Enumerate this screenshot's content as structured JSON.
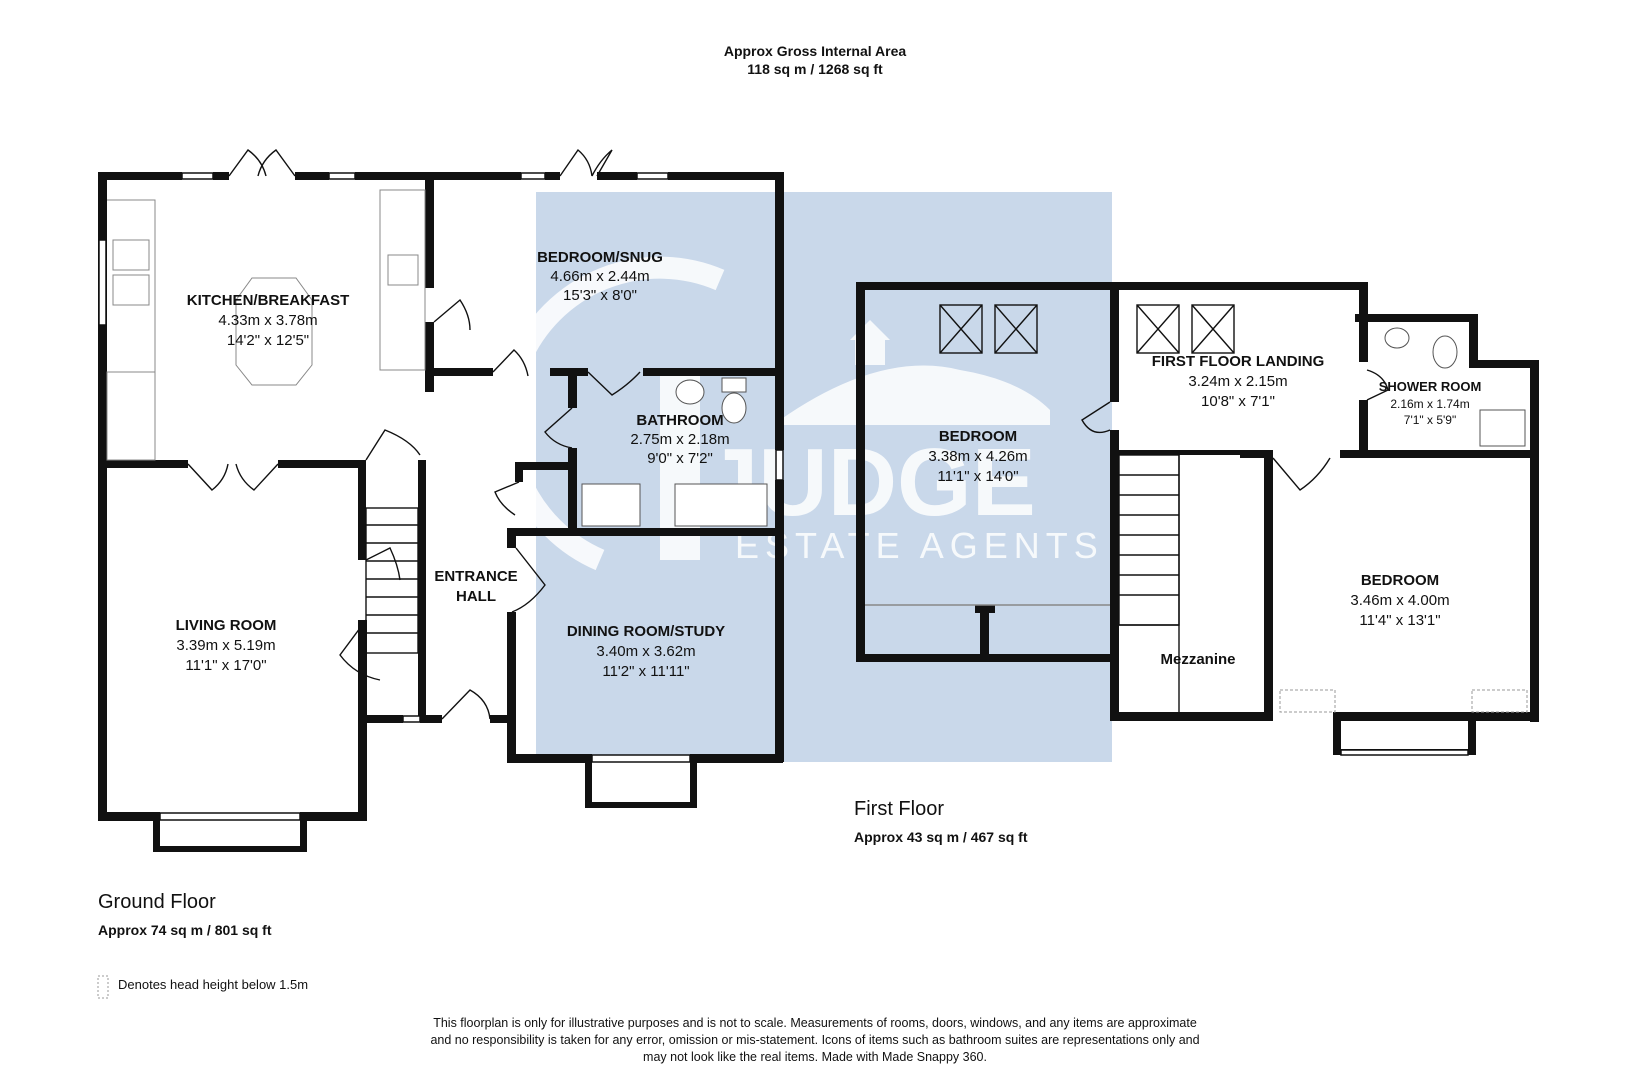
{
  "header": {
    "title": "Approx Gross Internal Area",
    "area": "118 sq m / 1268 sq ft"
  },
  "watermark": {
    "brand": "JUDGE",
    "tagline": "ESTATE AGENTS"
  },
  "ground_floor": {
    "name": "Ground Floor",
    "area": "Approx 74 sq m / 801 sq ft",
    "rooms": [
      {
        "name": "KITCHEN/BREAKFAST",
        "metric": "4.33m x 3.78m",
        "imperial": "14'2\" x 12'5\""
      },
      {
        "name": "BEDROOM/SNUG",
        "metric": "4.66m x 2.44m",
        "imperial": "15'3\" x 8'0\""
      },
      {
        "name": "BATHROOM",
        "metric": "2.75m x 2.18m",
        "imperial": "9'0\" x 7'2\""
      },
      {
        "name": "ENTRANCE",
        "metric": "HALL",
        "imperial": ""
      },
      {
        "name": "LIVING ROOM",
        "metric": "3.39m x 5.19m",
        "imperial": "11'1\" x 17'0\""
      },
      {
        "name": "DINING ROOM/STUDY",
        "metric": "3.40m x 3.62m",
        "imperial": "11'2\" x 11'11\""
      }
    ]
  },
  "first_floor": {
    "name": "First Floor",
    "area": "Approx 43 sq m / 467 sq ft",
    "rooms": [
      {
        "name": "BEDROOM",
        "metric": "3.38m x 4.26m",
        "imperial": "11'1\" x 14'0\""
      },
      {
        "name": "FIRST FLOOR LANDING",
        "metric": "3.24m x 2.15m",
        "imperial": "10'8\" x 7'1\""
      },
      {
        "name": "SHOWER ROOM",
        "metric": "2.16m x 1.74m",
        "imperial": "7'1\" x 5'9\""
      },
      {
        "name": "BEDROOM",
        "metric": "3.46m x 4.00m",
        "imperial": "11'4\" x 13'1\""
      },
      {
        "name": "Mezzanine",
        "metric": "",
        "imperial": ""
      }
    ]
  },
  "legend": {
    "text": "Denotes head height below 1.5m"
  },
  "disclaimer": {
    "line1": "This floorplan is only for illustrative purposes and is not to scale. Measurements of rooms, doors, windows, and any items are approximate",
    "line2": "and no responsibility is taken for any error, omission or mis-statement. Icons of items such as bathroom suites are representations only and",
    "line3": "may not look like the real items. Made with Made Snappy 360."
  },
  "colors": {
    "wall": "#111111",
    "watermark_bg": "#c9d8ea",
    "watermark_text": "#ffffff"
  }
}
